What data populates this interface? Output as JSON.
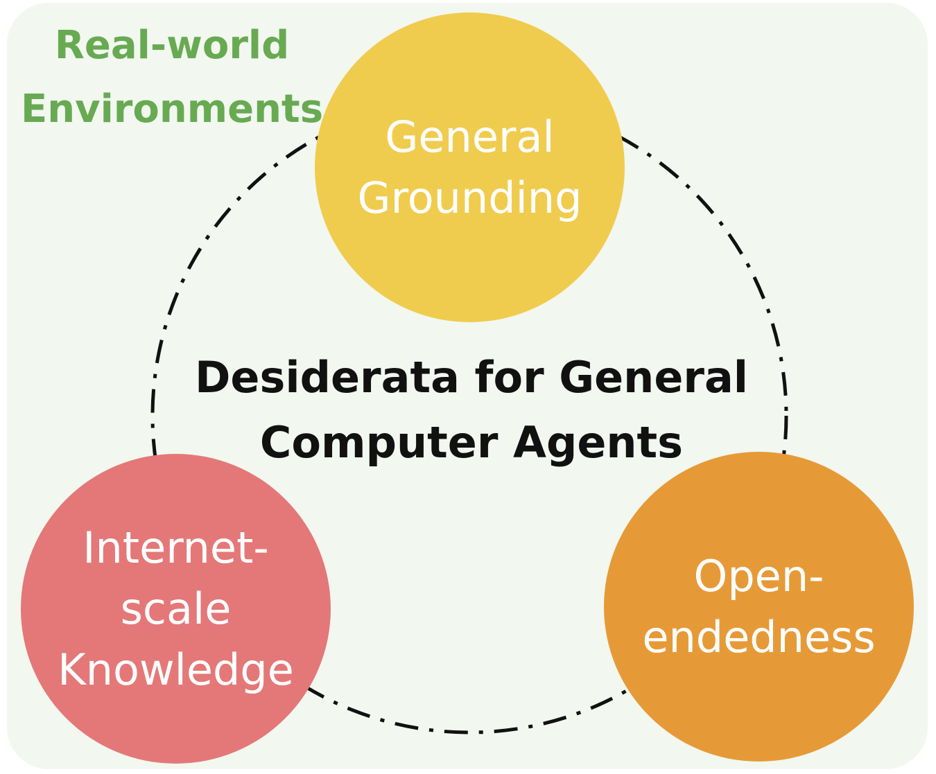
{
  "environment_label": {
    "line1": "Real-world",
    "line2": "Environments"
  },
  "center_title": {
    "line1": "Desiderata for General",
    "line2": "Computer Agents"
  },
  "nodes": {
    "grounding": {
      "line1": "General",
      "line2": "Grounding",
      "color": "#f0cc4e"
    },
    "knowledge": {
      "line1": "Internet-",
      "line2": "scale",
      "line3": "Knowledge",
      "color": "#e47878"
    },
    "open_endedness": {
      "line1": "Open-",
      "line2": "endedness",
      "color": "#e69a37"
    }
  },
  "colors": {
    "panel_background": "#f2f7f0",
    "environment_label": "#68aa52",
    "dashed_ring": "#111111",
    "node_text": "#ffffff"
  }
}
